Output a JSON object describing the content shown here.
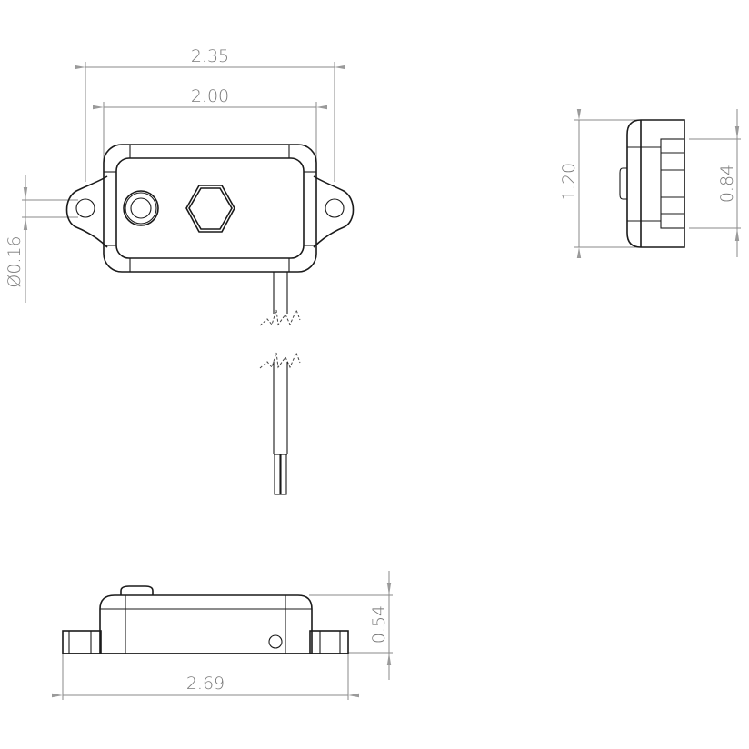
{
  "drawing": {
    "views": [
      "top-view",
      "side-view",
      "front-view"
    ],
    "dimensions": {
      "overall_width_top": "2.35",
      "hole_spacing": "2.00",
      "hole_diameter": "Ø0.16",
      "depth": "1.20",
      "body_depth": "0.84",
      "height": "0.54",
      "overall_length_front": "2.69"
    },
    "colors": {
      "line": "#1a1a1a",
      "dimension": "#8a8a8a",
      "text": "#7a7a7a",
      "background": "#ffffff"
    }
  }
}
